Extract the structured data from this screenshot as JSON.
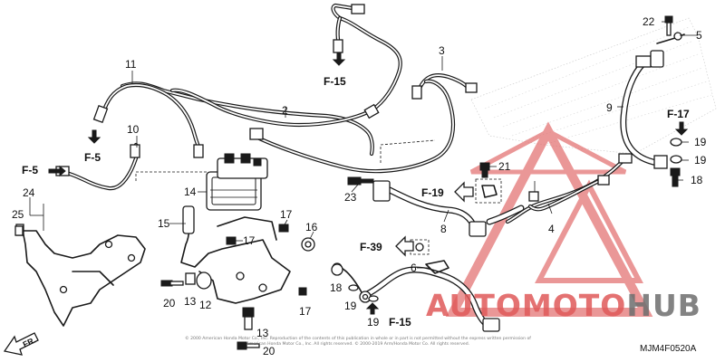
{
  "callouts": {
    "c2": "2",
    "c3": "3",
    "c4": "4",
    "c5": "5",
    "c6": "6",
    "c8": "8",
    "c9": "9",
    "c10": "10",
    "c11": "11",
    "c12": "12",
    "c13a": "13",
    "c13b": "13",
    "c14": "14",
    "c15": "15",
    "c16": "16",
    "c17a": "17",
    "c17b": "17",
    "c17c": "17",
    "c18a": "18",
    "c18b": "18",
    "c19a": "19",
    "c19b": "19",
    "c19c": "19",
    "c19d": "19",
    "c20a": "20",
    "c20b": "20",
    "c21": "21",
    "c22": "22",
    "c23": "23",
    "c24": "24",
    "c25": "25"
  },
  "references": {
    "f15_top": "F-15",
    "f5_left": "F-5",
    "f5_mid": "F-5",
    "f17": "F-17",
    "f19": "F-19",
    "f39": "F-39",
    "f15_bottom": "F-15"
  },
  "direction_label": "FR.",
  "diagram_code": "MJM4F0520A",
  "copyright_notice": "© 2000 American Honda Motor Co., Inc. Reproduction of the contents of this publication in whole or in part is not permitted without the express written permission of American Honda Motor Co., Inc. All rights reserved. © 2000-2019 Arm/Honda Motor Co. All rights reserved.",
  "watermark": {
    "main": "AUTOMOTO",
    "accent": "HUB",
    "color_main": "#e05a5a",
    "color_accent": "#6e6e6e"
  },
  "icons": [
    "front-direction-arrow-icon",
    "reference-arrow-icon",
    "watermark-triangle-logo-icon"
  ]
}
